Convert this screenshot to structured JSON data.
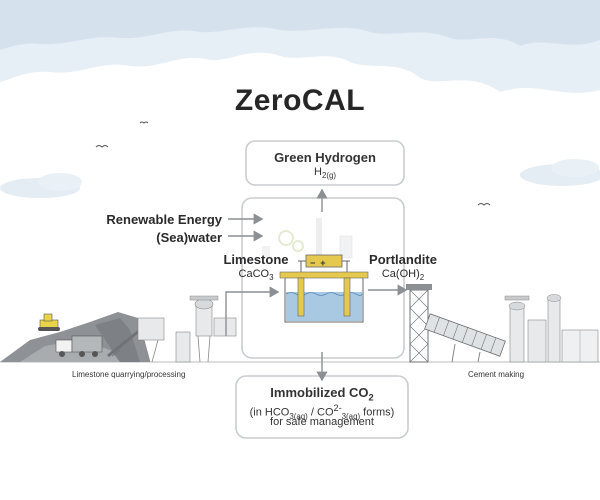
{
  "title": "ZeroCAL",
  "green_hydrogen": {
    "label": "Green Hydrogen",
    "formula": "H",
    "sub1": "2",
    "sub2": "(g)"
  },
  "inputs": {
    "renewable": "Renewable Energy",
    "seawater": "(Sea)water"
  },
  "limestone": {
    "label": "Limestone",
    "formula": "CaCO",
    "sub": "3"
  },
  "portlandite": {
    "label": "Portlandite",
    "formula": "Ca(OH)",
    "sub": "2"
  },
  "electrodes": {
    "minus": "−",
    "plus": "+"
  },
  "immobilized": {
    "label": "Immobilized CO",
    "sub": "2",
    "forms_prefix": "(in HCO",
    "hco_sub": "3(aq)",
    "sep": " / CO",
    "co_sup": "2-",
    "co_sub": "3(aq)",
    "forms_suffix": " forms)",
    "safe": "for safe management"
  },
  "captions": {
    "left": "Limestone quarrying/processing",
    "right": "Cement making"
  },
  "colors": {
    "sky": "#e3edf6",
    "cloud": "#f4f8fb",
    "box_stroke": "#c9ccd0",
    "arrow": "#8c8f94",
    "water": "#a9c8e2",
    "electrode": "#e4c94e",
    "ground": "#a7a9ac",
    "machine_yellow": "#e8d34a"
  }
}
